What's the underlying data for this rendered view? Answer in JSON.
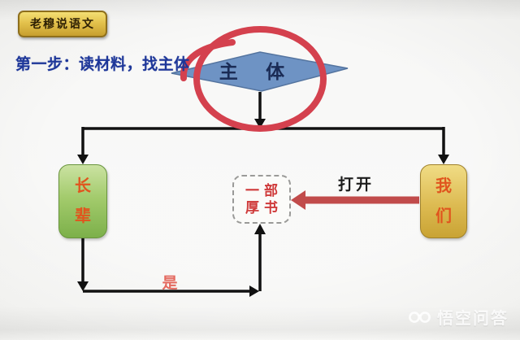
{
  "badge": {
    "label": "老穆说语文"
  },
  "heading": {
    "step_label": "第一步：读材料，找主体"
  },
  "flowchart": {
    "diamond_label": "主 体",
    "left_box_label": "长辈",
    "right_box_label": "我们",
    "center_box_lines": [
      "一部",
      "厚书"
    ],
    "open_arrow_label": "打开",
    "is_arrow_label": "是"
  },
  "watermark": {
    "brand": "悟空问答"
  },
  "colors": {
    "badge_gold": "#e3c14c",
    "heading_blue": "#1e3799",
    "diamond_blue": "#6e93c4",
    "annotation_red": "#d4414e",
    "left_box_green": "#8cbb55",
    "right_box_gold": "#d9b54a",
    "box_text_orange": "#e0551e",
    "center_text_red": "#cf3a3a",
    "open_arrow_red": "#c14b4b",
    "connector_black": "#111111"
  }
}
